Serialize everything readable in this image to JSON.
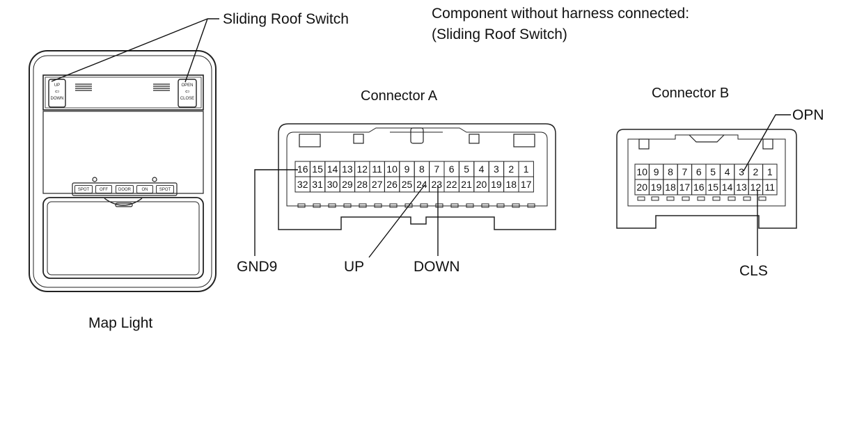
{
  "header": {
    "line1": "Component without harness connected:",
    "line2": "(Sliding Roof Switch)"
  },
  "map_light": {
    "title": "Map Light",
    "callout": "Sliding Roof Switch",
    "left_switch": [
      "UP",
      "DOWN"
    ],
    "right_switch": [
      "OPEN",
      "CLOSE"
    ],
    "buttons": [
      "SPOT",
      "OFF",
      "DOOR",
      "ON",
      "SPOT"
    ]
  },
  "connector_a": {
    "title": "Connector A",
    "row1": [
      "16",
      "15",
      "14",
      "13",
      "12",
      "11",
      "10",
      "9",
      "8",
      "7",
      "6",
      "5",
      "4",
      "3",
      "2",
      "1"
    ],
    "row2": [
      "32",
      "31",
      "30",
      "29",
      "28",
      "27",
      "26",
      "25",
      "24",
      "23",
      "22",
      "21",
      "20",
      "19",
      "18",
      "17"
    ],
    "labels": {
      "gnd9": "GND9",
      "up": "UP",
      "down": "DOWN"
    }
  },
  "connector_b": {
    "title": "Connector B",
    "row1": [
      "10",
      "9",
      "8",
      "7",
      "6",
      "5",
      "4",
      "3",
      "2",
      "1"
    ],
    "row2": [
      "20",
      "19",
      "18",
      "17",
      "16",
      "15",
      "14",
      "13",
      "12",
      "11"
    ],
    "labels": {
      "opn": "OPN",
      "cls": "CLS"
    }
  }
}
